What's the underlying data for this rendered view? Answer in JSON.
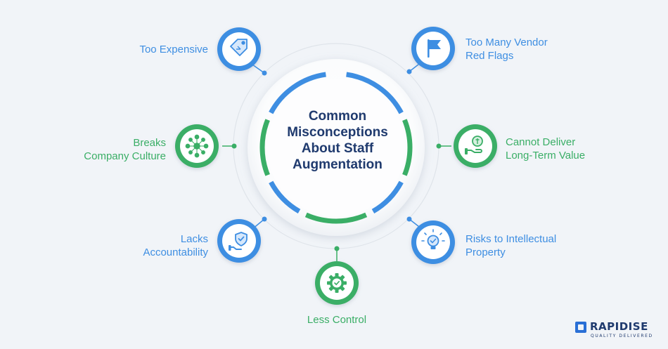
{
  "center": {
    "title_lines": [
      "Common",
      "Misconceptions",
      "About Staff",
      "Augmentation"
    ]
  },
  "items": [
    {
      "lines": [
        "Too Expensive"
      ],
      "icon": "price-tag-icon",
      "color": "blue"
    },
    {
      "lines": [
        "Too Many Vendor",
        "Red Flags"
      ],
      "icon": "flag-icon",
      "color": "blue"
    },
    {
      "lines": [
        "Breaks",
        "Company Culture"
      ],
      "icon": "network-people-icon",
      "color": "green"
    },
    {
      "lines": [
        "Cannot Deliver",
        "Long-Term Value"
      ],
      "icon": "coin-hand-icon",
      "color": "green"
    },
    {
      "lines": [
        "Lacks",
        "Accountability"
      ],
      "icon": "shield-hand-icon",
      "color": "blue"
    },
    {
      "lines": [
        "Risks to Intellectual",
        "Property"
      ],
      "icon": "lightbulb-icon",
      "color": "blue"
    },
    {
      "lines": [
        "Less Control"
      ],
      "icon": "gear-icon",
      "color": "green"
    }
  ],
  "logo": {
    "name": "RAPIDISE",
    "tagline": "QUALITY DELIVERED"
  },
  "colors": {
    "blue": "#3e8ee2",
    "green": "#3aae66",
    "title": "#1f3a6e",
    "background": "#f1f4f8"
  }
}
